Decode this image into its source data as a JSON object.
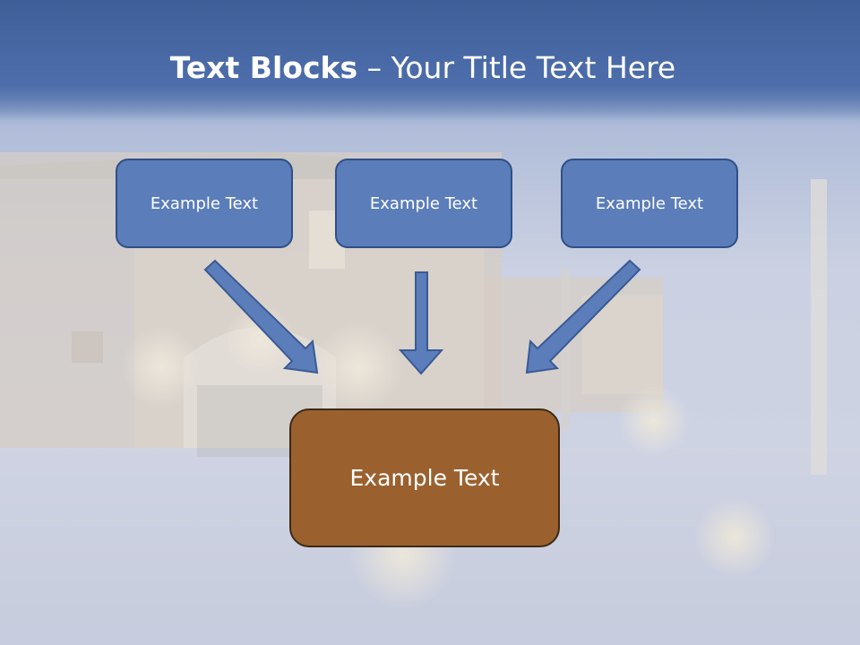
{
  "title": {
    "bold": "Text Blocks",
    "separator": " – ",
    "rest": "Your Title Text Here"
  },
  "boxes": [
    {
      "label": "Example Text"
    },
    {
      "label": "Example Text"
    },
    {
      "label": "Example Text"
    }
  ],
  "result": {
    "label": "Example Text"
  },
  "colors": {
    "title_band": "#4a6aa4",
    "box_fill": "#5b7dba",
    "box_border": "#2f4f86",
    "result_fill": "#9a612f",
    "result_border": "#3d2a16",
    "arrow_fill": "#5b7dba"
  }
}
